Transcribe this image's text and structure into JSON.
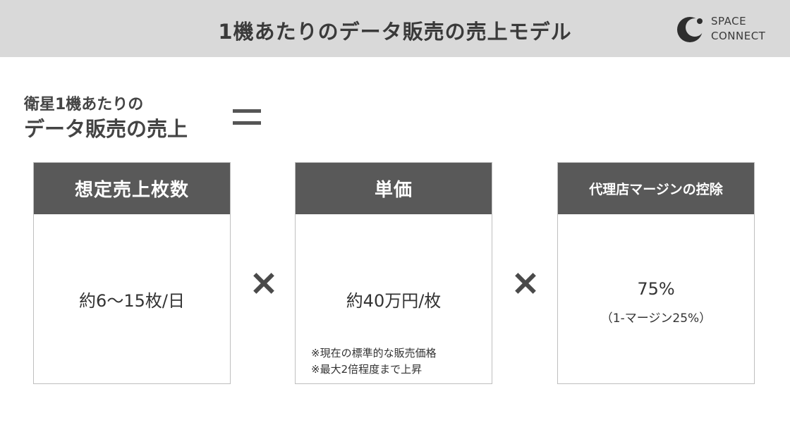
{
  "header": {
    "title": "1機あたりのデータ販売の売上モデル",
    "logo": {
      "line1": "SPACE",
      "line2": "CONNECT"
    }
  },
  "equation": {
    "lhs_line1": "衛星1機あたりの",
    "lhs_line2": "データ販売の売上",
    "equals_sign": "=",
    "multiply_sign": "×"
  },
  "boxes": [
    {
      "header": "想定売上枚数",
      "value": "約6～15枚/日"
    },
    {
      "header": "単価",
      "value": "約40万円/枚",
      "notes": [
        "※現在の標準的な販売価格",
        "※最大2倍程度まで上昇"
      ]
    },
    {
      "header": "代理店マージンの控除",
      "value": "75%",
      "subvalue": "（1-マージン25%）"
    }
  ],
  "colors": {
    "header_bg": "#d9d9d9",
    "box_header_bg": "#595959",
    "text": "#333333"
  }
}
